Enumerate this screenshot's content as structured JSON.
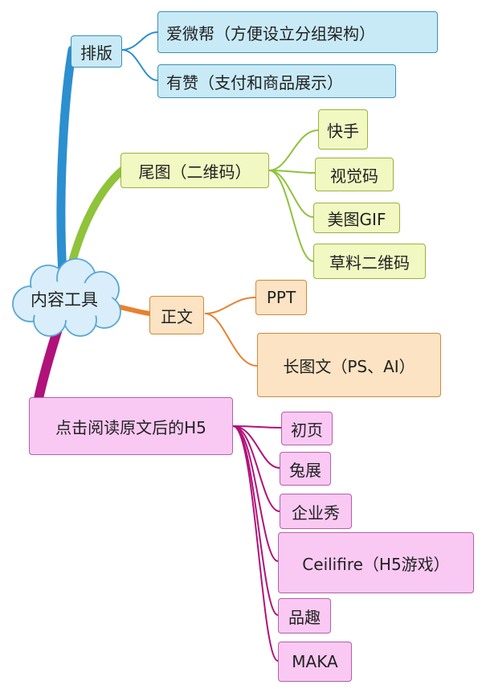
{
  "root": {
    "label": "内容工具"
  },
  "branches": {
    "layout": {
      "label": "排版",
      "children": [
        "爱微帮（方便设立分组架构）",
        "有赞（支付和商品展示）"
      ]
    },
    "tail": {
      "label": "尾图（二维码）",
      "children": [
        "快手",
        "视觉码",
        "美图GIF",
        "草料二维码"
      ]
    },
    "body": {
      "label": "正文",
      "children": [
        "PPT",
        "长图文（PS、AI）"
      ]
    },
    "h5": {
      "label": "点击阅读原文后的H5",
      "children": [
        "初页",
        "兔展",
        "企业秀",
        "Ceilifire（H5游戏）",
        "品趣",
        "MAKA"
      ]
    }
  },
  "colors": {
    "layout": "#2c8fcf",
    "tail": "#8fc33a",
    "body": "#e8822e",
    "h5": "#b0127a",
    "root_cloud": "#d9eefa"
  }
}
